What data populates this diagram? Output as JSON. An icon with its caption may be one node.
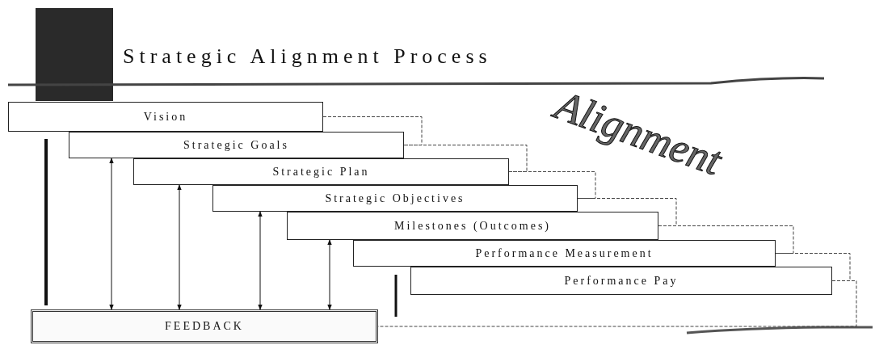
{
  "diagram": {
    "title": "Strategic Alignment Process",
    "nodes": [
      {
        "text": [
          "Vision"
        ]
      },
      {
        "text": [
          "Strategic Goals"
        ]
      },
      {
        "text": [
          "Strategic Plan"
        ]
      },
      {
        "text": [
          "Strategic Objectives"
        ]
      },
      {
        "text": [
          "Milestones (Outcomes)"
        ]
      },
      {
        "text": [
          "Performance Measurement"
        ]
      },
      {
        "text": [
          "Performance Pay"
        ]
      },
      {
        "text": [
          "FEEDBACK"
        ]
      }
    ],
    "edges": [
      {
        "from": 7,
        "to": 1,
        "arrow": "both"
      },
      {
        "from": 7,
        "to": 2,
        "arrow": "both"
      },
      {
        "from": 7,
        "to": 3,
        "arrow": "both"
      },
      {
        "from": 7,
        "to": 4,
        "arrow": "both"
      },
      {
        "from": 0,
        "to": 1,
        "arrow": "none",
        "style": "dashed"
      },
      {
        "from": 1,
        "to": 2,
        "arrow": "none",
        "style": "dashed"
      },
      {
        "from": 2,
        "to": 3,
        "arrow": "none",
        "style": "dashed"
      },
      {
        "from": 3,
        "to": 4,
        "arrow": "none",
        "style": "dashed"
      },
      {
        "from": 4,
        "to": 5,
        "arrow": "none",
        "style": "dashed"
      },
      {
        "from": 5,
        "to": 6,
        "arrow": "none",
        "style": "dashed"
      },
      {
        "from": 6,
        "to": 7,
        "arrow": "none",
        "style": "dashed"
      }
    ],
    "labels": [
      "Alignment"
    ]
  }
}
